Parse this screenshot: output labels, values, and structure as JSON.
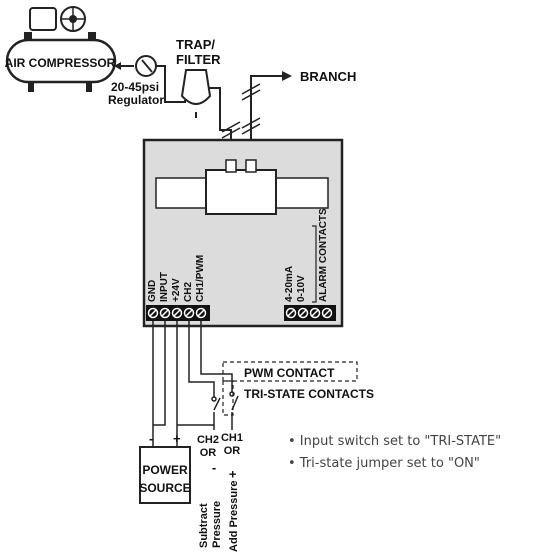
{
  "compressor": {
    "label": "AIR COMPRESSOR"
  },
  "regulator": {
    "line1": "20-45psi",
    "line2": "Regulator"
  },
  "trap": {
    "line1": "TRAP/",
    "line2": "FILTER"
  },
  "branch": {
    "label": "BRANCH"
  },
  "terminals_left": {
    "gnd": "GND",
    "input": "INPUT",
    "v24": "+24V",
    "ch2": "CH2",
    "ch1": "CH1/PWM"
  },
  "terminals_right": {
    "ma": "4-20mA",
    "v10": "0-10V",
    "alarm": "ALARM CONTACTS"
  },
  "contacts": {
    "pwm": "PWM CONTACT",
    "tristate": "TRI-STATE CONTACTS"
  },
  "power": {
    "line1": "POWER",
    "line2": "SOURCE",
    "minus": "-",
    "plus": "+"
  },
  "channels": {
    "ch2": "CH2",
    "ch2_or": "OR",
    "ch1": "CH1",
    "ch1_or": "OR",
    "sub_line1": "Subtract",
    "sub_line2": "Pressure",
    "sub_sign": "-",
    "add_label": "Add Pressure",
    "add_sign": "+"
  },
  "notes": [
    "• Input switch set to \"TRI-STATE\"",
    "• Tri-state jumper set to \"ON\""
  ]
}
